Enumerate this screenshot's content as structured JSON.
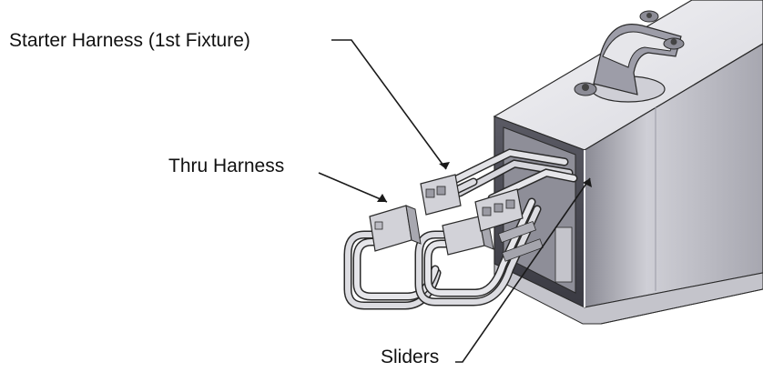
{
  "labels": {
    "starter": "Starter Harness   (1st Fixture)",
    "thru": "Thru Harness",
    "sliders": "Sliders"
  },
  "colors": {
    "line": "#1a1a1a",
    "panel_dark": "#6f6f7a",
    "panel_mid": "#b9b9c0",
    "panel_light": "#e4e4e8",
    "cable": "#d9d9de",
    "connector": "#cfcfd4"
  }
}
